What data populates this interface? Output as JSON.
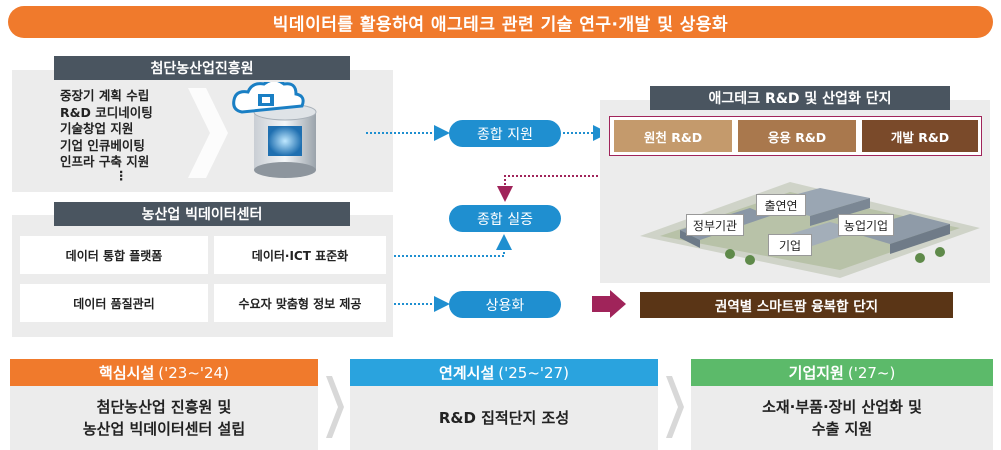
{
  "banner": {
    "title": "빅데이터를 활용하여 애그테크 관련 기술 연구·개발 및 상용화"
  },
  "hq": {
    "title": "첨단농산업진흥원",
    "items": [
      "중장기 계획 수립",
      "R&D 코디네이팅",
      "기술창업 지원",
      "기업 인큐베이팅",
      "인프라 구축 지원",
      "⋮"
    ]
  },
  "bigdata": {
    "title": "농산업 빅데이터센터",
    "cells": [
      "데이터 통합 플랫폼",
      "데이터·ICT 표준화",
      "데이터 품질관리",
      "수요자 맞춤형 정보 제공"
    ]
  },
  "flow": {
    "support": "종합 지원",
    "verify": "종합 실증",
    "commercial": "상용화"
  },
  "complex": {
    "title": "애그테크 R&D 및 산업화 단지",
    "rd": [
      "원천 R&D",
      "응용 R&D",
      "개발 R&D"
    ],
    "labels": {
      "research": "출연연",
      "gov": "정부기관",
      "farm": "농업기업",
      "company": "기업"
    },
    "smartfarm": "권역별 스마트팜 융복합 단지"
  },
  "steps": [
    {
      "title": "핵심시설",
      "years": "('23~'24)",
      "lines": [
        "첨단농산업 진흥원 및",
        "농산업 빅데이터센터 설립"
      ],
      "color": "#f07a2c"
    },
    {
      "title": "연계시설",
      "years": "('25~'27)",
      "lines": [
        "R&D 집적단지 조성"
      ],
      "color": "#2aa3de"
    },
    {
      "title": "기업지원",
      "years": "('27~)",
      "lines": [
        "소재·부품·장비 산업화 및",
        "수출 지원"
      ],
      "color": "#5cba6a"
    }
  ],
  "colors": {
    "orange": "#f07a2c",
    "blue": "#1f8fd0",
    "rd1": "#c49a6c",
    "rd2": "#a9784d",
    "rd3": "#7a4a2a",
    "smartfarm": "#5a3516",
    "magenta": "#a0245a"
  }
}
